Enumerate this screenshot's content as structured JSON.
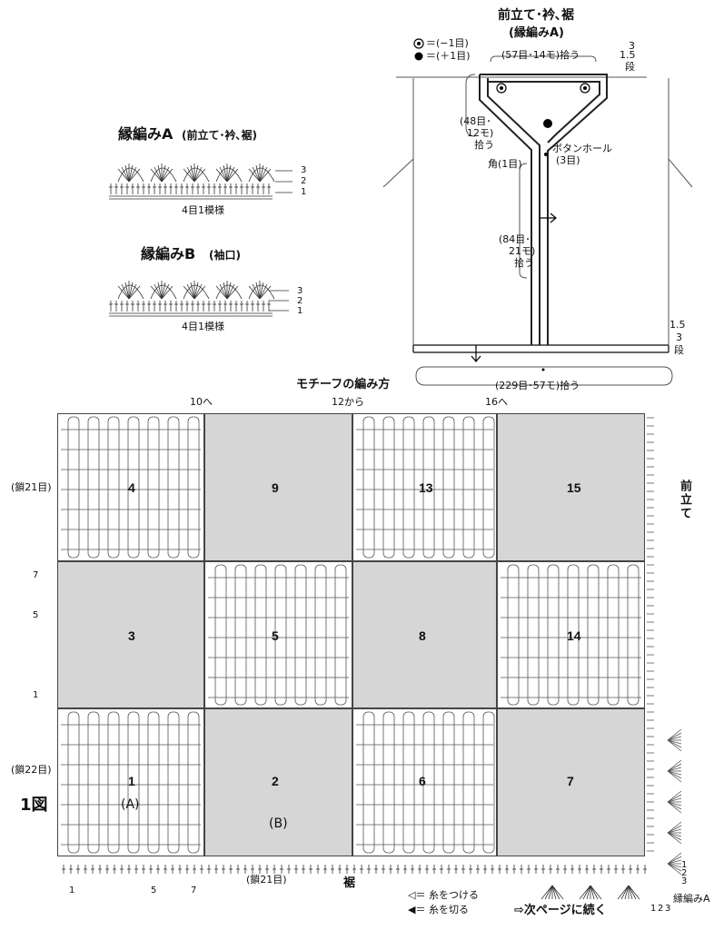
{
  "front": {
    "title": "前立て･衿､裾",
    "subtitle": "(縁編みA)",
    "legend_minus": "＝(−1目)",
    "legend_plus": "＝(＋1目)",
    "top_count": "(57目･14モ)拾う",
    "rows_top": "1.5",
    "rows_top_3": "3",
    "rows_top_unit": "段",
    "left_count_1": "(48目･",
    "left_count_2": "12モ)",
    "left_count_3": "拾う",
    "buttonhole": "ボタンホール",
    "buttonhole_count": "(3目)",
    "corner": "角(1目)",
    "mid_count_1": "(84目･",
    "mid_count_2": "21モ)",
    "mid_count_3": "拾う",
    "rows_bottom": "1.5",
    "rows_bottom_3": "3",
    "rows_bottom_unit": "段",
    "bottom_count": "(229目･57モ)拾う"
  },
  "edgeA": {
    "title": "縁編みA",
    "title_sub": "(前立て･衿､裾)",
    "repeat": "4目1模様",
    "rows": [
      "3",
      "2",
      "1"
    ]
  },
  "edgeB": {
    "title": "縁編みB",
    "title_sub": "(袖口)",
    "repeat": "4目1模様",
    "rows": [
      "3",
      "2",
      "1"
    ]
  },
  "motif": {
    "title": "モチーフの編み方",
    "to10": "10へ",
    "from12": "12から",
    "to16": "16へ",
    "chain21_left": "(鎖21目)",
    "chain22_left": "(鎖22目)",
    "chain21_bottom": "(鎖21目)",
    "hem": "裾",
    "front_band": "前立て",
    "fig": "1図",
    "row_labels_left": [
      "7",
      "5",
      "1"
    ],
    "bottom_row_labels": [
      "1",
      "5",
      "7"
    ],
    "numbers": [
      "4",
      "9",
      "13",
      "15",
      "3",
      "5",
      "8",
      "14",
      "1",
      "2",
      "6",
      "7"
    ],
    "label_A": "(A)",
    "label_B": "(B)",
    "attach": "＝ 糸をつける",
    "cut": "＝ 糸を切る",
    "continue": "次ページに続く",
    "edge_label": "縁編みA",
    "edge_rows": [
      "1",
      "2",
      "3"
    ],
    "edge_rows_right": [
      "1",
      "2",
      "3"
    ]
  }
}
